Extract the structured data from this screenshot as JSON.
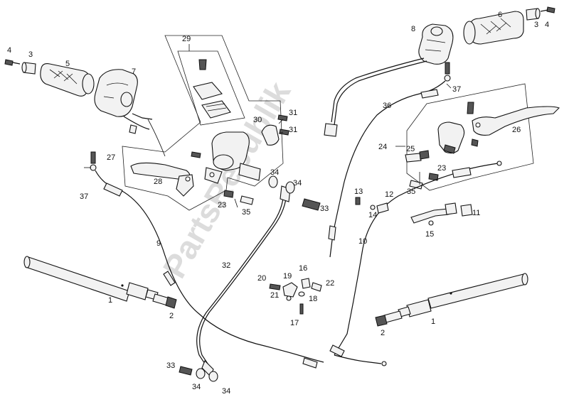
{
  "watermark": "PartsRepublik",
  "labels": [
    {
      "id": "l1a",
      "text": "1"
    },
    {
      "id": "l1b",
      "text": "1"
    },
    {
      "id": "l2a",
      "text": "2"
    },
    {
      "id": "l2b",
      "text": "2"
    },
    {
      "id": "l3a",
      "text": "3"
    },
    {
      "id": "l3b",
      "text": "3"
    },
    {
      "id": "l4a",
      "text": "4"
    },
    {
      "id": "l4b",
      "text": "4"
    },
    {
      "id": "l5",
      "text": "5"
    },
    {
      "id": "l6",
      "text": "6"
    },
    {
      "id": "l7",
      "text": "7"
    },
    {
      "id": "l8",
      "text": "8"
    },
    {
      "id": "l9",
      "text": "9"
    },
    {
      "id": "l10",
      "text": "10"
    },
    {
      "id": "l11",
      "text": "11"
    },
    {
      "id": "l12",
      "text": "12"
    },
    {
      "id": "l13",
      "text": "13"
    },
    {
      "id": "l14",
      "text": "14"
    },
    {
      "id": "l15",
      "text": "15"
    },
    {
      "id": "l16",
      "text": "16"
    },
    {
      "id": "l17",
      "text": "17"
    },
    {
      "id": "l18",
      "text": "18"
    },
    {
      "id": "l19",
      "text": "19"
    },
    {
      "id": "l20",
      "text": "20"
    },
    {
      "id": "l21",
      "text": "21"
    },
    {
      "id": "l22",
      "text": "22"
    },
    {
      "id": "l23a",
      "text": "23"
    },
    {
      "id": "l23b",
      "text": "23"
    },
    {
      "id": "l24",
      "text": "24"
    },
    {
      "id": "l25",
      "text": "25"
    },
    {
      "id": "l26",
      "text": "26"
    },
    {
      "id": "l27",
      "text": "27"
    },
    {
      "id": "l28",
      "text": "28"
    },
    {
      "id": "l29",
      "text": "29"
    },
    {
      "id": "l30",
      "text": "30"
    },
    {
      "id": "l31a",
      "text": "31"
    },
    {
      "id": "l31b",
      "text": "31"
    },
    {
      "id": "l32",
      "text": "32"
    },
    {
      "id": "l33a",
      "text": "33"
    },
    {
      "id": "l33b",
      "text": "33"
    },
    {
      "id": "l34a",
      "text": "34"
    },
    {
      "id": "l34b",
      "text": "34"
    },
    {
      "id": "l34c",
      "text": "34"
    },
    {
      "id": "l34d",
      "text": "34"
    },
    {
      "id": "l35a",
      "text": "35"
    },
    {
      "id": "l35b",
      "text": "35"
    },
    {
      "id": "l36",
      "text": "36"
    },
    {
      "id": "l37a",
      "text": "37"
    },
    {
      "id": "l37b",
      "text": "37"
    }
  ]
}
